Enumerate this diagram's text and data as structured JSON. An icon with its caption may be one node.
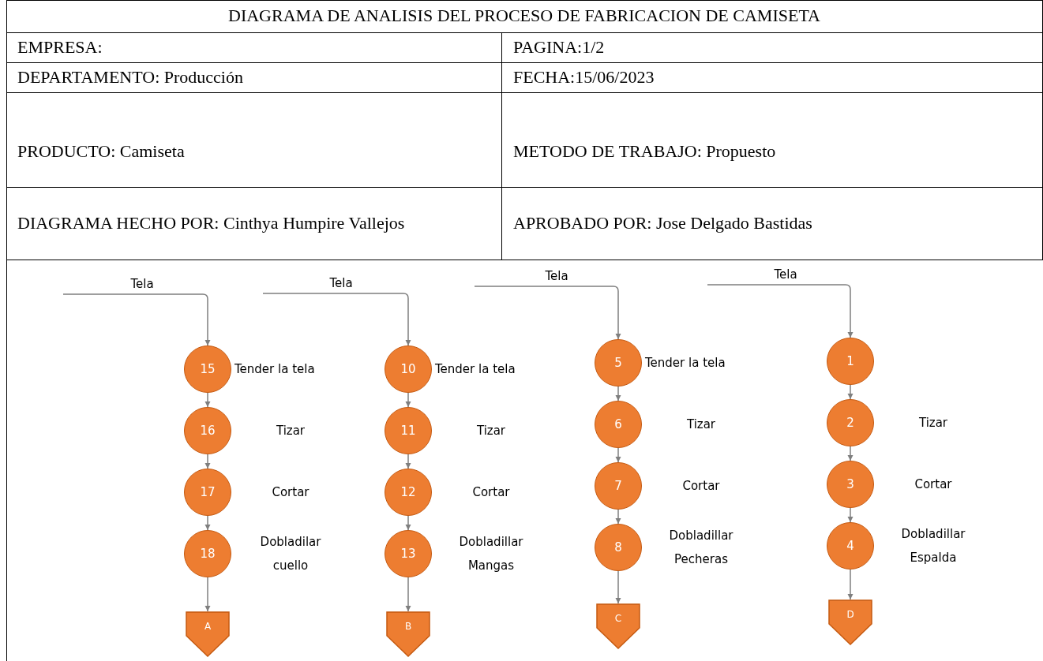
{
  "diagram": {
    "title": "DIAGRAMA DE ANALISIS DEL PROCESO DE FABRICACION DE CAMISETA",
    "nodes": [
      {
        "text": [
          "15"
        ],
        "beside": [
          "Tender la tela"
        ]
      },
      {
        "text": [
          "16"
        ],
        "beside": [
          "Tizar"
        ]
      },
      {
        "text": [
          "17"
        ],
        "beside": [
          "Cortar"
        ]
      },
      {
        "text": [
          "18"
        ],
        "beside": [
          "Dobladilar cuello"
        ]
      },
      {
        "text": [
          "A"
        ]
      },
      {
        "text": [
          "10"
        ],
        "beside": [
          "Tender la tela"
        ]
      },
      {
        "text": [
          "11"
        ],
        "beside": [
          "Tizar"
        ]
      },
      {
        "text": [
          "12"
        ],
        "beside": [
          "Cortar"
        ]
      },
      {
        "text": [
          "13"
        ],
        "beside": [
          "Dobladillar Mangas"
        ]
      },
      {
        "text": [
          "B"
        ]
      },
      {
        "text": [
          "5"
        ],
        "beside": [
          "Tender la tela"
        ]
      },
      {
        "text": [
          "6"
        ],
        "beside": [
          "Tizar"
        ]
      },
      {
        "text": [
          "7"
        ],
        "beside": [
          "Cortar"
        ]
      },
      {
        "text": [
          "8"
        ],
        "beside": [
          "Dobladillar Pecheras"
        ]
      },
      {
        "text": [
          "C"
        ]
      },
      {
        "text": [
          "1"
        ]
      },
      {
        "text": [
          "2"
        ],
        "beside": [
          "Tizar"
        ]
      },
      {
        "text": [
          "3"
        ],
        "beside": [
          "Cortar"
        ]
      },
      {
        "text": [
          "4"
        ],
        "beside": [
          "Dobladillar Espalda"
        ]
      },
      {
        "text": [
          "D"
        ]
      }
    ],
    "edges": [
      {
        "from": null,
        "to": 0,
        "arrow": "to",
        "label": "Tela"
      },
      {
        "from": 0,
        "to": 1,
        "arrow": "to"
      },
      {
        "from": 1,
        "to": 2,
        "arrow": "to"
      },
      {
        "from": 2,
        "to": 3,
        "arrow": "to"
      },
      {
        "from": 3,
        "to": 4,
        "arrow": "to"
      },
      {
        "from": null,
        "to": 5,
        "arrow": "to",
        "label": "Tela"
      },
      {
        "from": 5,
        "to": 6,
        "arrow": "to"
      },
      {
        "from": 6,
        "to": 7,
        "arrow": "to"
      },
      {
        "from": 7,
        "to": 8,
        "arrow": "to"
      },
      {
        "from": 8,
        "to": 9,
        "arrow": "to"
      },
      {
        "from": null,
        "to": 10,
        "arrow": "to",
        "label": "Tela"
      },
      {
        "from": 10,
        "to": 11,
        "arrow": "to"
      },
      {
        "from": 11,
        "to": 12,
        "arrow": "to"
      },
      {
        "from": 12,
        "to": 13,
        "arrow": "to"
      },
      {
        "from": 13,
        "to": 14,
        "arrow": "to"
      },
      {
        "from": null,
        "to": 15,
        "arrow": "to",
        "label": "Tela"
      },
      {
        "from": 15,
        "to": 16,
        "arrow": "to"
      },
      {
        "from": 16,
        "to": 17,
        "arrow": "to"
      },
      {
        "from": 17,
        "to": 18,
        "arrow": "to"
      },
      {
        "from": 18,
        "to": 19,
        "arrow": "to"
      }
    ],
    "labels": [
      "EMPRESA:",
      "PAGINA:1/2",
      "DEPARTAMENTO: Producción",
      "FECHA:15/06/2023",
      "PRODUCTO: Camiseta",
      "METODO DE TRABAJO: Propuesto",
      "DIAGRAMA HECHO POR: Cinthya Humpire Vallejos",
      "APROBADO POR: Jose Delgado Bastidas"
    ]
  }
}
